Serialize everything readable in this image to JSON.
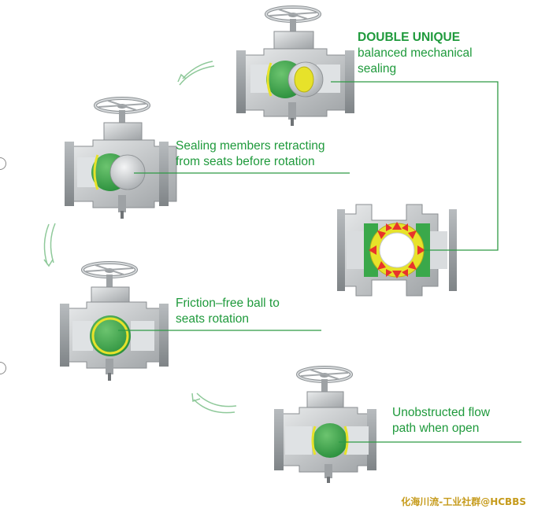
{
  "captions": {
    "step1": [
      "DOUBLE UNIQUE",
      "balanced mechanical",
      "sealing"
    ],
    "step2": [
      "Sealing members retracting",
      "from seats before rotation"
    ],
    "step3": [
      "Friction–free ball to",
      "seats rotation"
    ],
    "step4": [
      "Unobstructed flow",
      "path when open"
    ]
  },
  "watermark": "化海川流-工业社群@HCBBS",
  "colors": {
    "caption": "#1f9a3c",
    "line": "#2e9a44",
    "ball_green": "#3aa84a",
    "seat_yellow": "#e7e22a",
    "body_grey": "#c9ccce",
    "pressure_red": "#e8332b",
    "watermark": "#c69b1c"
  },
  "icons": [
    "handwheel-icon",
    "valve-cutaway-icon",
    "cycle-arrow-icon",
    "pressure-arrows-icon"
  ]
}
